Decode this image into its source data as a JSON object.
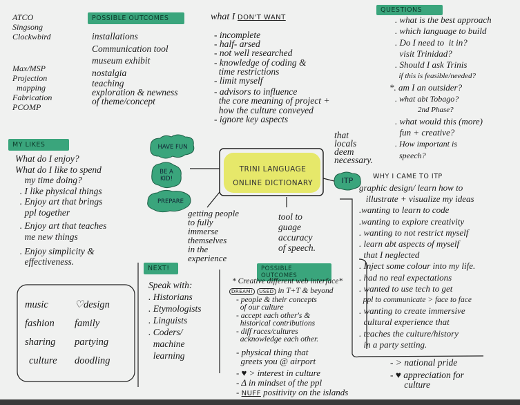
{
  "colors": {
    "highlight": "#3aa57c",
    "center_box": "#e6e86a",
    "ink": "#1b1b1b",
    "paper": "#f0f1f0"
  },
  "tools": [
    "ATCO",
    "Singsong",
    "Clockwbird",
    "Max/MSP",
    "Projection",
    "mapping",
    "Fabrication",
    "PCOMP"
  ],
  "outcomes1": {
    "title": "POSSIBLE OUTCOMES",
    "items": [
      "installations",
      "Communication tool",
      "museum exhibit",
      "nostalgia",
      "teaching",
      "exploration & newness",
      "of theme/concept"
    ]
  },
  "dont_want": {
    "title_a": "what I ",
    "title_b": "DON'T WANT",
    "items": [
      "- incomplete",
      "- half- arsed",
      "- not well researched",
      "- knowledge of coding &",
      "  time restrictions",
      "- limit myself",
      "- advisors to influence",
      "  the core meaning of project +",
      "  how the culture conveyed",
      "- ignore key aspects"
    ],
    "side": [
      "that",
      "locals",
      "deem",
      "necessary."
    ]
  },
  "questions": {
    "title": "QUESTIONS",
    "items": [
      ". what is the best approach",
      ". which language to build",
      ". Do I need to  it in?",
      "  visit Trinidad?",
      ". Should I ask Trinis",
      "  if this is feasible/needed?",
      "*. am I an outsider?",
      ". what abt Tobago?",
      "            2nd Phase?",
      ". what would this (more)",
      "  fun + creative?",
      ". How important is",
      "  speech?"
    ]
  },
  "likes": {
    "title": "MY LIKES",
    "items": [
      "What do I enjoy?",
      "What do I like to spend",
      "    my time doing?",
      "  . I like physical things",
      "  . Enjoy art that brings",
      "    ppl together",
      "  . Enjoy art that teaches",
      "    me new things",
      "  . Enjoy simplicity &",
      "    effectiveness."
    ]
  },
  "clouds": [
    "HAVE FUN",
    "BE A KID!",
    "PREPARE",
    "ITP"
  ],
  "center": {
    "line1": "TRINI LANGUAGE",
    "line2": "ONLINE DICTIONARY"
  },
  "immerse": [
    "getting people",
    "to fully",
    "immerse",
    "themselves",
    "in the",
    "experience"
  ],
  "tool": [
    "tool to",
    "guage",
    "accuracy",
    "of speech."
  ],
  "why_itp": {
    "title": "WHY I CAME TO ITP",
    "items": [
      "graphic design/ learn how to",
      "   illustrate + visualize my ideas",
      ".wanting to learn to code",
      ".wanting to explore creativity",
      ". wanting to not restrict myself",
      ". learn abt aspects of myself",
      "  that I neglected",
      ". Inject some colour into my life.",
      ". had no real expectations",
      ". wanted to use tech to get",
      "  ppl to communicate > face to face",
      ". wanting to create immersive",
      "  cultural experience that",
      ". teaches the culture/history",
      "  in a party setting."
    ]
  },
  "next": {
    "title": "NEXT!",
    "items": [
      "Speak with:",
      ". Historians",
      ". Etymologists",
      ". Linguists",
      ". Coders/",
      "  machine",
      "  learning"
    ]
  },
  "likes_box": {
    "col1": [
      "music",
      "fashion",
      "sharing",
      "culture"
    ],
    "col2": [
      "♡design",
      "family",
      "partying",
      "doodling"
    ]
  },
  "outcomes2": {
    "title": "POSSIBLE OUTCOMES",
    "lead": "* Creative different web interface*",
    "dream": "DREAM!",
    "used": "USED",
    "used_rest": " in T+T & beyond",
    "items": [
      "- people & their concepts",
      "  of our culture",
      "- accept each other's &",
      "  historical contributions",
      "- diff races/cultures",
      "  acknowledge each other.",
      "- physical thing that",
      "  greets you @ airport",
      "- ♥ > interest in culture",
      "- Δ in mindset of the ppl"
    ],
    "nuff": "NUFF",
    "nuff_rest": " positivity on the islands",
    "extra": [
      "- > national pride",
      "- ♥ appreciation for",
      "      culture"
    ]
  }
}
